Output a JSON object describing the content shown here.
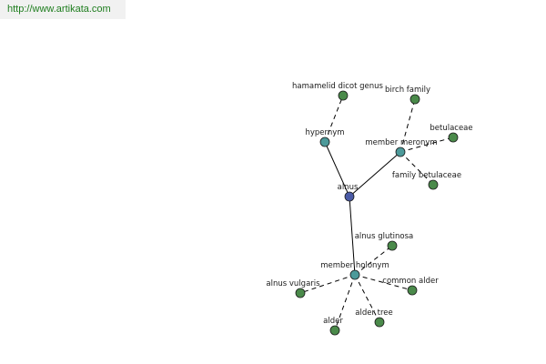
{
  "header": {
    "url_text": "http://www.artikata.com"
  },
  "colors": {
    "center": "#4a5aa6",
    "relation": "#4d9a9a",
    "leaf": "#4a8a4a",
    "link": "#1e7d1e"
  },
  "graph": {
    "nodes": {
      "alnus": {
        "label": "alnus",
        "kind": "center"
      },
      "hypernym": {
        "label": "hypernym",
        "kind": "relation"
      },
      "member_meronym": {
        "label": "member meronym",
        "kind": "relation"
      },
      "member_holonym": {
        "label": "member holonym",
        "kind": "relation"
      },
      "hamamelid_dicot_genus": {
        "label": "hamamelid dicot genus",
        "kind": "leaf"
      },
      "birch_family": {
        "label": "birch family",
        "kind": "leaf"
      },
      "betulaceae": {
        "label": "betulaceae",
        "kind": "leaf"
      },
      "family_betulaceae": {
        "label": "family betulaceae",
        "kind": "leaf"
      },
      "alnus_glutinosa": {
        "label": "alnus glutinosa",
        "kind": "leaf"
      },
      "alnus_vulgaris": {
        "label": "alnus vulgaris",
        "kind": "leaf"
      },
      "common_alder": {
        "label": "common alder",
        "kind": "leaf"
      },
      "alder": {
        "label": "alder",
        "kind": "leaf"
      },
      "alder_tree": {
        "label": "alder tree",
        "kind": "leaf"
      }
    },
    "edges": [
      {
        "from": "alnus",
        "to": "hypernym",
        "style": "solid"
      },
      {
        "from": "alnus",
        "to": "member_meronym",
        "style": "solid"
      },
      {
        "from": "alnus",
        "to": "member_holonym",
        "style": "solid"
      },
      {
        "from": "hypernym",
        "to": "hamamelid_dicot_genus",
        "style": "dashed"
      },
      {
        "from": "member_meronym",
        "to": "birch_family",
        "style": "dashed"
      },
      {
        "from": "member_meronym",
        "to": "betulaceae",
        "style": "dashed"
      },
      {
        "from": "member_meronym",
        "to": "family_betulaceae",
        "style": "dashed"
      },
      {
        "from": "member_holonym",
        "to": "alnus_glutinosa",
        "style": "dashed"
      },
      {
        "from": "member_holonym",
        "to": "alnus_vulgaris",
        "style": "dashed"
      },
      {
        "from": "member_holonym",
        "to": "common_alder",
        "style": "dashed"
      },
      {
        "from": "member_holonym",
        "to": "alder",
        "style": "dashed"
      },
      {
        "from": "member_holonym",
        "to": "alder_tree",
        "style": "dashed"
      }
    ]
  }
}
